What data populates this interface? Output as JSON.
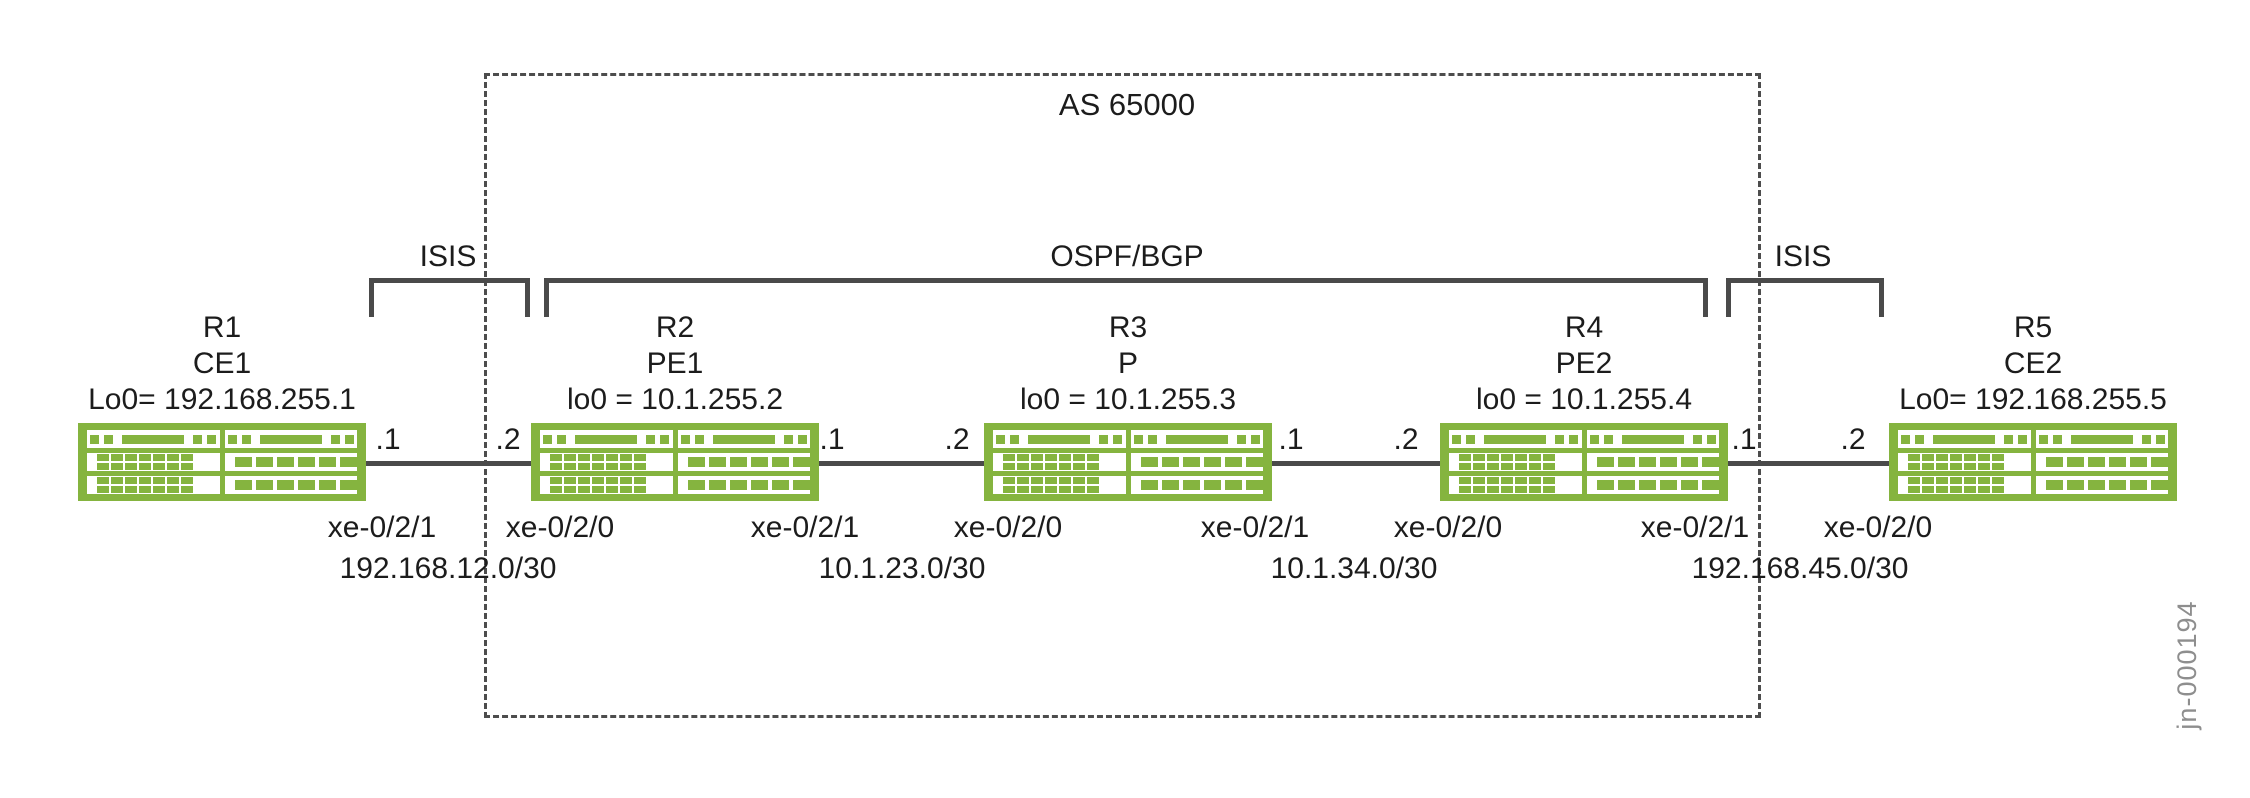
{
  "diagram": {
    "as_domain": {
      "label": "AS 65000"
    },
    "protocols": {
      "isis_left": {
        "label": "ISIS"
      },
      "ospf_bgp": {
        "label": "OSPF/BGP"
      },
      "isis_right": {
        "label": "ISIS"
      }
    },
    "routers": [
      {
        "name": "R1",
        "role": "CE1",
        "loopback": "Lo0= 192.168.255.1"
      },
      {
        "name": "R2",
        "role": "PE1",
        "loopback": "lo0 = 10.1.255.2"
      },
      {
        "name": "R3",
        "role": "P",
        "loopback": "lo0 = 10.1.255.3"
      },
      {
        "name": "R4",
        "role": "PE2",
        "loopback": "lo0 = 10.1.255.4"
      },
      {
        "name": "R5",
        "role": "CE2",
        "loopback": "Lo0= 192.168.255.5"
      }
    ],
    "links": [
      {
        "from": "R1",
        "to": "R2",
        "left_interface": "xe-0/2/1",
        "left_addr": ".1",
        "right_addr": ".2",
        "right_interface": "xe-0/2/0",
        "subnet": "192.168.12.0/30"
      },
      {
        "from": "R2",
        "to": "R3",
        "left_interface": "xe-0/2/1",
        "left_addr": ".1",
        "right_addr": ".2",
        "right_interface": "xe-0/2/0",
        "subnet": "10.1.23.0/30"
      },
      {
        "from": "R3",
        "to": "R4",
        "left_interface": "xe-0/2/1",
        "left_addr": ".1",
        "right_addr": ".2",
        "right_interface": "xe-0/2/0",
        "subnet": "10.1.34.0/30"
      },
      {
        "from": "R4",
        "to": "R5",
        "left_interface": "xe-0/2/1",
        "left_addr": ".1",
        "right_addr": ".2",
        "right_interface": "xe-0/2/0",
        "subnet": "192.168.45.0/30"
      }
    ],
    "figure_id": "jn-000194",
    "colors": {
      "router_green": "#85b43f",
      "line_gray": "#4a4a4a",
      "text": "#1c1c1c",
      "figure_id_gray": "#8e8e8e"
    }
  }
}
